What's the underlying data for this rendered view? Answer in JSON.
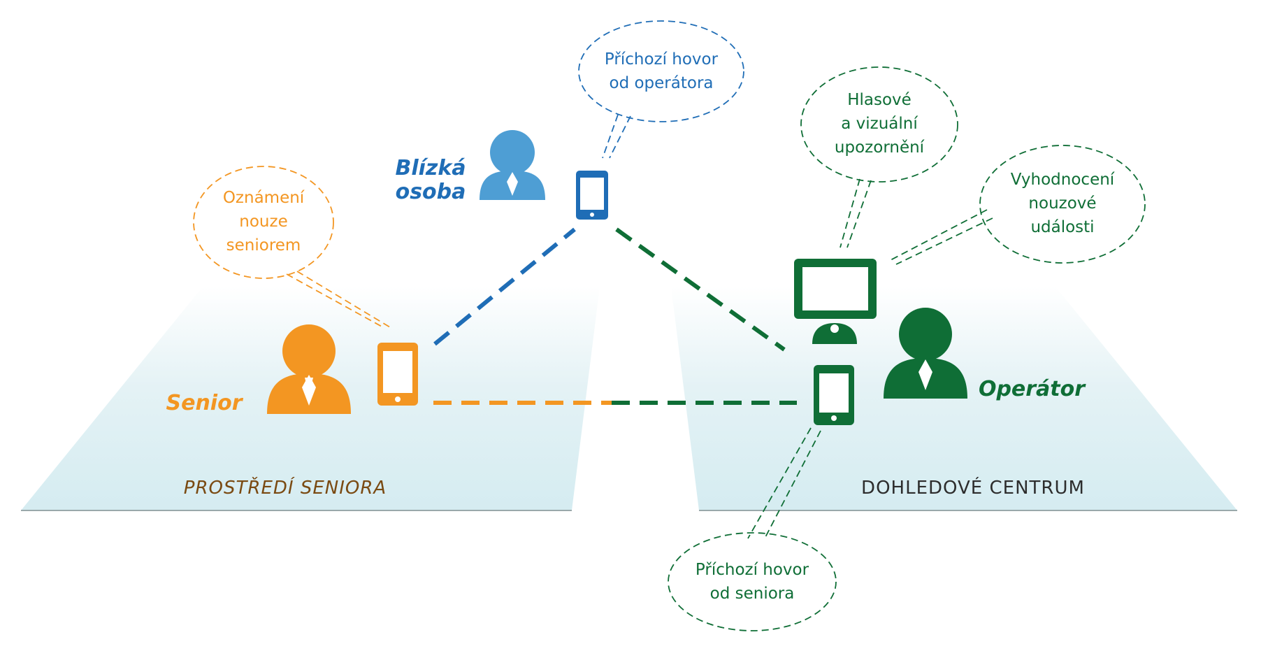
{
  "colors": {
    "orange": "#f39622",
    "blue_person": "#4e9ed4",
    "blue_phone": "#1f6db6",
    "green": "#0f6e36",
    "zone_fill": "#d9eef2",
    "zone_label_left": "#7a4a12",
    "zone_label_right": "#2d2d2d"
  },
  "actors": {
    "senior": "Senior",
    "close_person_line1": "Blízká",
    "close_person_line2": "osoba",
    "operator": "Operátor"
  },
  "zones": {
    "left": "PROSTŘEDÍ SENIORA",
    "right": "DOHLEDOVÉ CENTRUM"
  },
  "bubbles": {
    "senior_alert": [
      "Oznámení",
      "nouze",
      "seniorem"
    ],
    "incoming_from_operator": [
      "Příchozí hovor",
      "od operátora"
    ],
    "voice_visual_alert": [
      "Hlasové",
      "a vizuální",
      "upozornění"
    ],
    "event_evaluation": [
      "Vyhodnocení",
      "nouzové",
      "události"
    ],
    "incoming_from_senior": [
      "Příchozí hovor",
      "od seniora"
    ]
  },
  "icons": {
    "senior_person": "person-icon",
    "close_person": "person-icon",
    "operator_person": "person-icon",
    "senior_phone": "smartphone-icon",
    "close_phone": "smartphone-icon",
    "operator_phone": "smartphone-icon",
    "operator_monitor": "monitor-icon"
  }
}
